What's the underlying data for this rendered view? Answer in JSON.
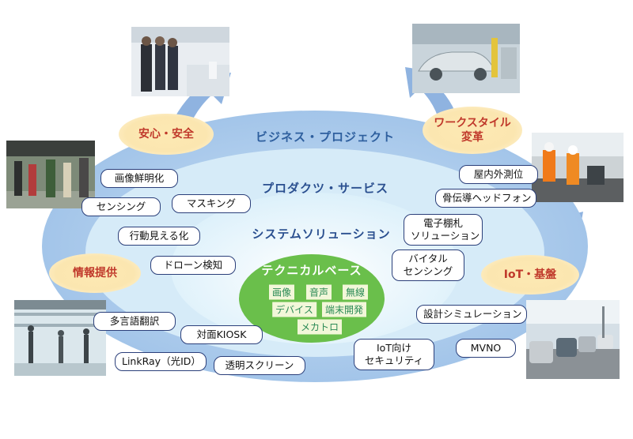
{
  "rings": {
    "business": "ビジネス・プロジェクト",
    "products": "プロダクツ・サービス",
    "solutions": "システムソリューション"
  },
  "core": {
    "title": "テクニカルベース",
    "items": [
      "画像",
      "音声",
      "無線",
      "デバイス",
      "端末開発",
      "メカトロ"
    ]
  },
  "values": {
    "safety": "安心・安全",
    "workstyle_line1": "ワークスタイル",
    "workstyle_line2": "変革",
    "info": "情報提供",
    "iot": "IoT・基盤"
  },
  "left_pills": [
    "画像鮮明化",
    "センシング",
    "マスキング",
    "行動見える化",
    "ドローン検知",
    "多言語翻訳",
    "対面KIOSK",
    "LinkRay（光ID）",
    "透明スクリーン"
  ],
  "right_pills": {
    "p1": "屋内外測位",
    "p2": "骨伝導ヘッドフォン",
    "p3_line1": "電子棚札",
    "p3_line2": "ソリューション",
    "p4_line1": "バイタル",
    "p4_line2": "センシング",
    "p5": "設計シミュレーション",
    "p6_line1": "IoT向け",
    "p6_line2": "セキュリティ",
    "p7": "MVNO"
  },
  "colors": {
    "arrow": "#8fb3e0",
    "outer_ellipse": "#a9c9ec",
    "mid_ellipse": "#d6ebf8",
    "inner_ellipse": "#e8f6fb",
    "core_green": "#6abf4b",
    "pill_border": "#2b3f7a",
    "ring_text": "#2e5f9e",
    "value_text": "#c0392b"
  },
  "photos": [
    "business-people-photo",
    "car-factory-photo",
    "road-workers-photo",
    "station-crowd-photo",
    "airport-silhouettes-photo",
    "traffic-jam-photo"
  ]
}
